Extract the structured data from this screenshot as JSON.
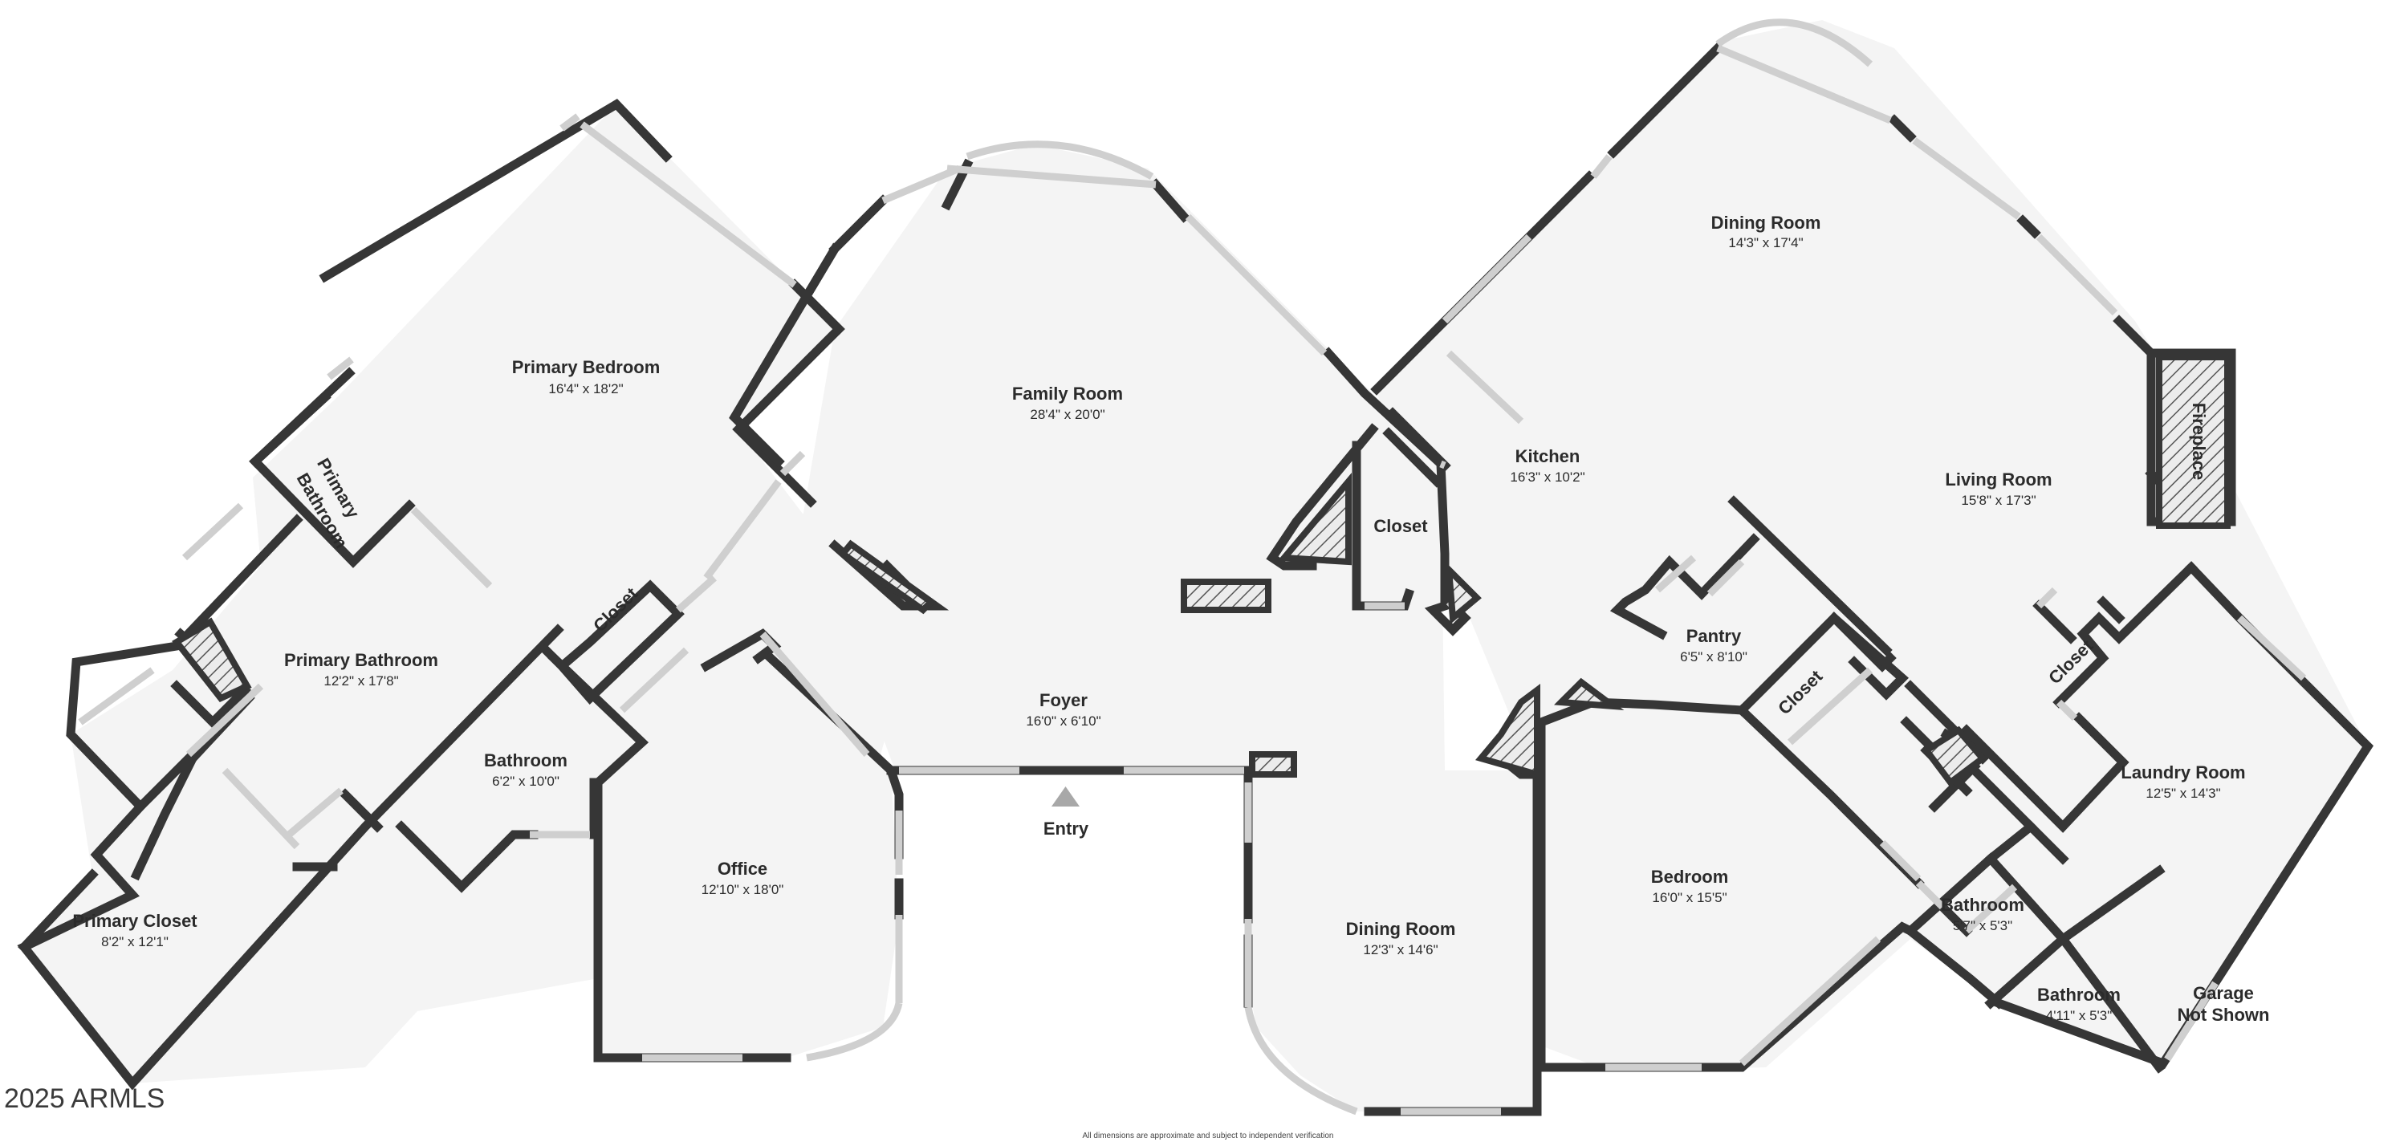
{
  "rooms": {
    "primary_bedroom": {
      "name": "Primary Bedroom",
      "dim": "16'4\" x 18'2\""
    },
    "family_room": {
      "name": "Family Room",
      "dim": "28'4\" x 20'0\""
    },
    "dining_room_top": {
      "name": "Dining Room",
      "dim": "14'3\" x 17'4\""
    },
    "kitchen": {
      "name": "Kitchen",
      "dim": "16'3\" x 10'2\""
    },
    "living_room": {
      "name": "Living Room",
      "dim": "15'8\" x 17'3\""
    },
    "primary_bathroom_small": {
      "name_line1": "Primary",
      "name_line2": "Bathroom"
    },
    "primary_bathroom": {
      "name": "Primary Bathroom",
      "dim": "12'2\" x 17'8\""
    },
    "closet_left": {
      "name": "Closet"
    },
    "closet_center": {
      "name": "Closet"
    },
    "closet_mid": {
      "name": "Closet"
    },
    "closet_right": {
      "name": "Closet"
    },
    "pantry": {
      "name": "Pantry",
      "dim": "6'5\" x 8'10\""
    },
    "foyer": {
      "name": "Foyer",
      "dim": "16'0\" x 6'10\""
    },
    "bathroom_left": {
      "name": "Bathroom",
      "dim": "6'2\" x 10'0\""
    },
    "office": {
      "name": "Office",
      "dim": "12'10\" x 18'0\""
    },
    "primary_closet": {
      "name": "Primary Closet",
      "dim": "8'2\" x 12'1\""
    },
    "dining_room_bottom": {
      "name": "Dining Room",
      "dim": "12'3\" x 14'6\""
    },
    "bedroom": {
      "name": "Bedroom",
      "dim": "16'0\" x 15'5\""
    },
    "laundry_room": {
      "name": "Laundry Room",
      "dim": "12'5\" x 14'3\""
    },
    "bathroom_right_1": {
      "name": "Bathroom",
      "dim": "5'7\" x 5'3\""
    },
    "bathroom_right_2": {
      "name": "Bathroom",
      "dim": "4'11\" x 5'3\""
    }
  },
  "labels": {
    "fireplace": "Fireplace",
    "entry": "Entry",
    "garage_line1": "Garage",
    "garage_line2": "Not Shown",
    "copyright": "2025 ARMLS",
    "disclaimer": "All dimensions are approximate and subject to independent verification"
  },
  "colors": {
    "wall": "#363636",
    "floor": "#f4f4f4",
    "window": "#cfcfcf",
    "entry_marker": "#a8a8a8"
  }
}
